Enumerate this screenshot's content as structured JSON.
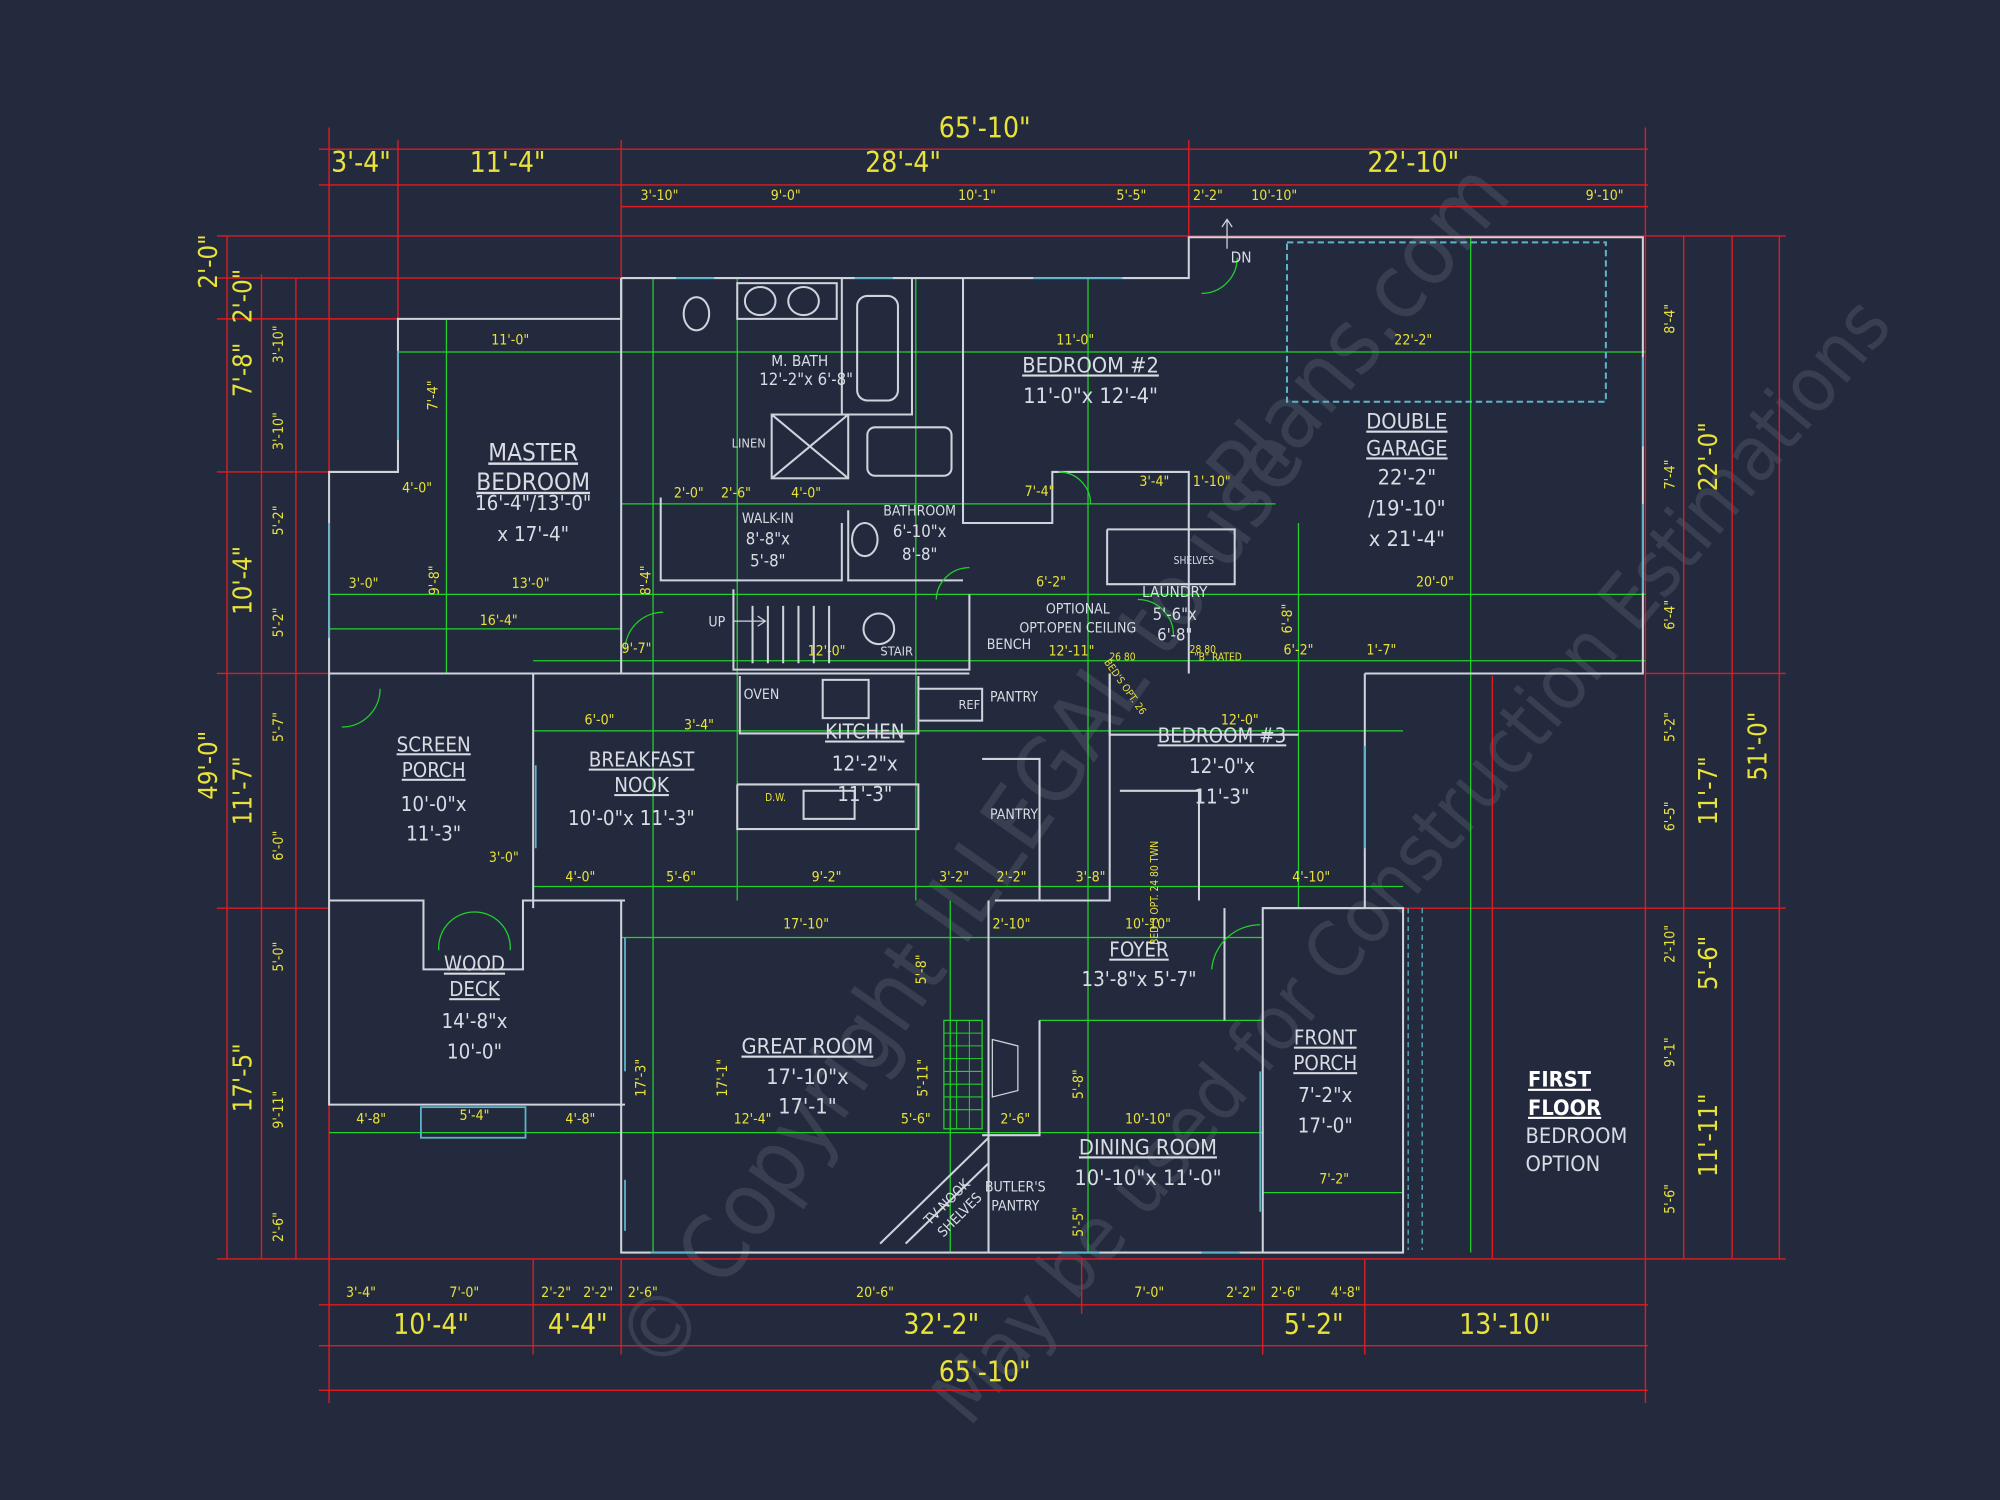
{
  "title_block": {
    "line1": "FIRST",
    "line2": "FLOOR",
    "line3": "BEDROOM",
    "line4": "OPTION"
  },
  "watermark": [
    "© Copyright ILLEGAL to use",
    "May be used for Construction Estimations",
    "Plans.com"
  ],
  "stair_labels": {
    "up": "UP",
    "dn": "DN"
  },
  "dimensions": {
    "top_overall": "65'-10\"",
    "top_segments": [
      "3'-4\"",
      "11'-4\"",
      "28'-4\"",
      "22'-10\""
    ],
    "top_small": [
      "3'-10\"",
      "9'-0\"",
      "10'-1\"",
      "5'-5\"",
      "2'-2\"",
      "10'-10\"",
      "9'-10\""
    ],
    "bottom_small": [
      "3'-4\"",
      "7'-0\"",
      "2'-2\"",
      "2'-2\"",
      "2'-6\"",
      "20'-6\"",
      "7'-0\"",
      "2'-2\"",
      "2'-6\"",
      "4'-8\""
    ],
    "bottom_segments": [
      "10'-4\"",
      "4'-4\"",
      "32'-2\"",
      "5'-2\"",
      "13'-10\""
    ],
    "bottom_overall": "65'-10\"",
    "left_overall": [
      "2'-0\"",
      "49'-0\""
    ],
    "left_segments": [
      "2'-0\"",
      "7'-8\"",
      "10'-4\"",
      "11'-7\"",
      "17'-5\""
    ],
    "left_small": [
      "3'-10\"",
      "3'-10\"",
      "5'-2\"",
      "5'-2\"",
      "5'-7\"",
      "6'-0\"",
      "5'-0\"",
      "9'-11\"",
      "2'-6\""
    ],
    "right_overall": "51'-0\"",
    "right_segments": [
      "22'-0\"",
      "11'-7\"",
      "5'-6\"",
      "11'-11\""
    ],
    "right_small": [
      "8'-4\"",
      "7'-4\"",
      "6'-4\"",
      "5'-2\"",
      "6'-5\"",
      "2'-10\"",
      "9'-1\"",
      "5'-6\""
    ],
    "interior": [
      "11'-0\"",
      "7'-4\"",
      "4'-0\"",
      "3'-0\"",
      "9'-8\"",
      "13'-0\"",
      "16'-4\"",
      "2'-0\"",
      "2'-6\"",
      "4'-0\"",
      "11'-0\"",
      "22'-2\"",
      "20'-0\"",
      "7'-4\"",
      "3'-4\"",
      "1'-10\"",
      "6'-2\"",
      "12'-11\"",
      "9'-7\"",
      "12'-0\"",
      "6'-0\"",
      "3'-4\"",
      "12'-0\"",
      "4'-10\"",
      "3'-0\"",
      "4'-0\"",
      "5'-6\"",
      "9'-2\"",
      "3'-2\"",
      "2'-2\"",
      "3'-8\"",
      "17'-10\"",
      "2'-10\"",
      "10'-10\"",
      "12'-4\"",
      "5'-6\"",
      "2'-6\"",
      "10'-10\"",
      "7'-2\"",
      "4'-8\"",
      "5'-4\"",
      "4'-8\"",
      "5'-8\"",
      "5'-11\"",
      "5'-8\"",
      "5'-5\"",
      "17'-3\"",
      "17'-1\"",
      "8'-4\"",
      "6'-8\"",
      "1'-7\"",
      "6'-2\""
    ]
  },
  "rooms": [
    {
      "name": [
        "MASTER",
        "BEDROOM"
      ],
      "size": [
        "16'-4\"/13'-0\"",
        "x 17'-4\""
      ]
    },
    {
      "name": [
        "M. BATH"
      ],
      "size": [
        "12'-2\"x 6'-8\""
      ]
    },
    {
      "name": [
        "LINEN"
      ],
      "size": []
    },
    {
      "name": [
        "WALK-IN"
      ],
      "size": [
        "8'-8\"x",
        "5'-8\""
      ]
    },
    {
      "name": [
        "BATHROOM"
      ],
      "size": [
        "6'-10\"x",
        "8'-8\""
      ]
    },
    {
      "name": [
        "BEDROOM #2"
      ],
      "size": [
        "11'-0\"x 12'-4\""
      ]
    },
    {
      "name": [
        "DOUBLE",
        "GARAGE"
      ],
      "size": [
        "22'-2\"",
        "/19'-10\"",
        "x 21'-4\""
      ]
    },
    {
      "name": [
        "LAUNDRY"
      ],
      "size": [
        "5'-6\"x",
        "6'-8\""
      ]
    },
    {
      "name": [
        "SHELVES"
      ],
      "size": []
    },
    {
      "name": [
        "OPTIONAL",
        "OPT.OPEN CEILING"
      ],
      "size": []
    },
    {
      "name": [
        "BENCH"
      ],
      "size": []
    },
    {
      "name": [
        "STAIR"
      ],
      "size": []
    },
    {
      "name": [
        "OVEN"
      ],
      "size": []
    },
    {
      "name": [
        "KITCHEN"
      ],
      "size": [
        "12'-2\"x",
        "11'-3\""
      ]
    },
    {
      "name": [
        "REF"
      ],
      "size": []
    },
    {
      "name": [
        "PANTRY"
      ],
      "size": []
    },
    {
      "name": [
        "PANTRY"
      ],
      "size": []
    },
    {
      "name": [
        "BREAKFAST",
        "NOOK"
      ],
      "size": [
        "10'-0\"x 11'-3\""
      ]
    },
    {
      "name": [
        "SCREEN",
        "PORCH"
      ],
      "size": [
        "10'-0\"x",
        "11'-3\""
      ]
    },
    {
      "name": [
        "BEDROOM #3"
      ],
      "size": [
        "12'-0\"x",
        "11'-3\""
      ]
    },
    {
      "name": [
        "WOOD",
        "DECK"
      ],
      "size": [
        "14'-8\"x",
        "10'-0\""
      ]
    },
    {
      "name": [
        "FOYER"
      ],
      "size": [
        "13'-8\"x 5'-7\""
      ]
    },
    {
      "name": [
        "GREAT ROOM"
      ],
      "size": [
        "17'-10\"x",
        "17'-1\""
      ]
    },
    {
      "name": [
        "FRONT",
        "PORCH"
      ],
      "size": [
        "7'-2\"x",
        "17'-0\""
      ]
    },
    {
      "name": [
        "DINING ROOM"
      ],
      "size": [
        "10'-10\"x 11'-0\""
      ]
    },
    {
      "name": [
        "BUTLER'S",
        "PANTRY"
      ],
      "size": []
    },
    {
      "name": [
        "TV NOOK",
        "SHELVES"
      ],
      "size": []
    }
  ],
  "notes": [
    "BED'S OPT. 26",
    "BED'S OPT. 24 80 TWN",
    "26 80",
    "28 80",
    "\"B\" RATED",
    "D.W."
  ],
  "colors": {
    "background": "#232a3d",
    "walls": "#cfd3db",
    "dimension_green": "#22d12a",
    "dimension_red": "#e01a22",
    "text_yellow": "#e9e23a",
    "text_white": "#d9dce3",
    "window": "#5fb3c9"
  }
}
